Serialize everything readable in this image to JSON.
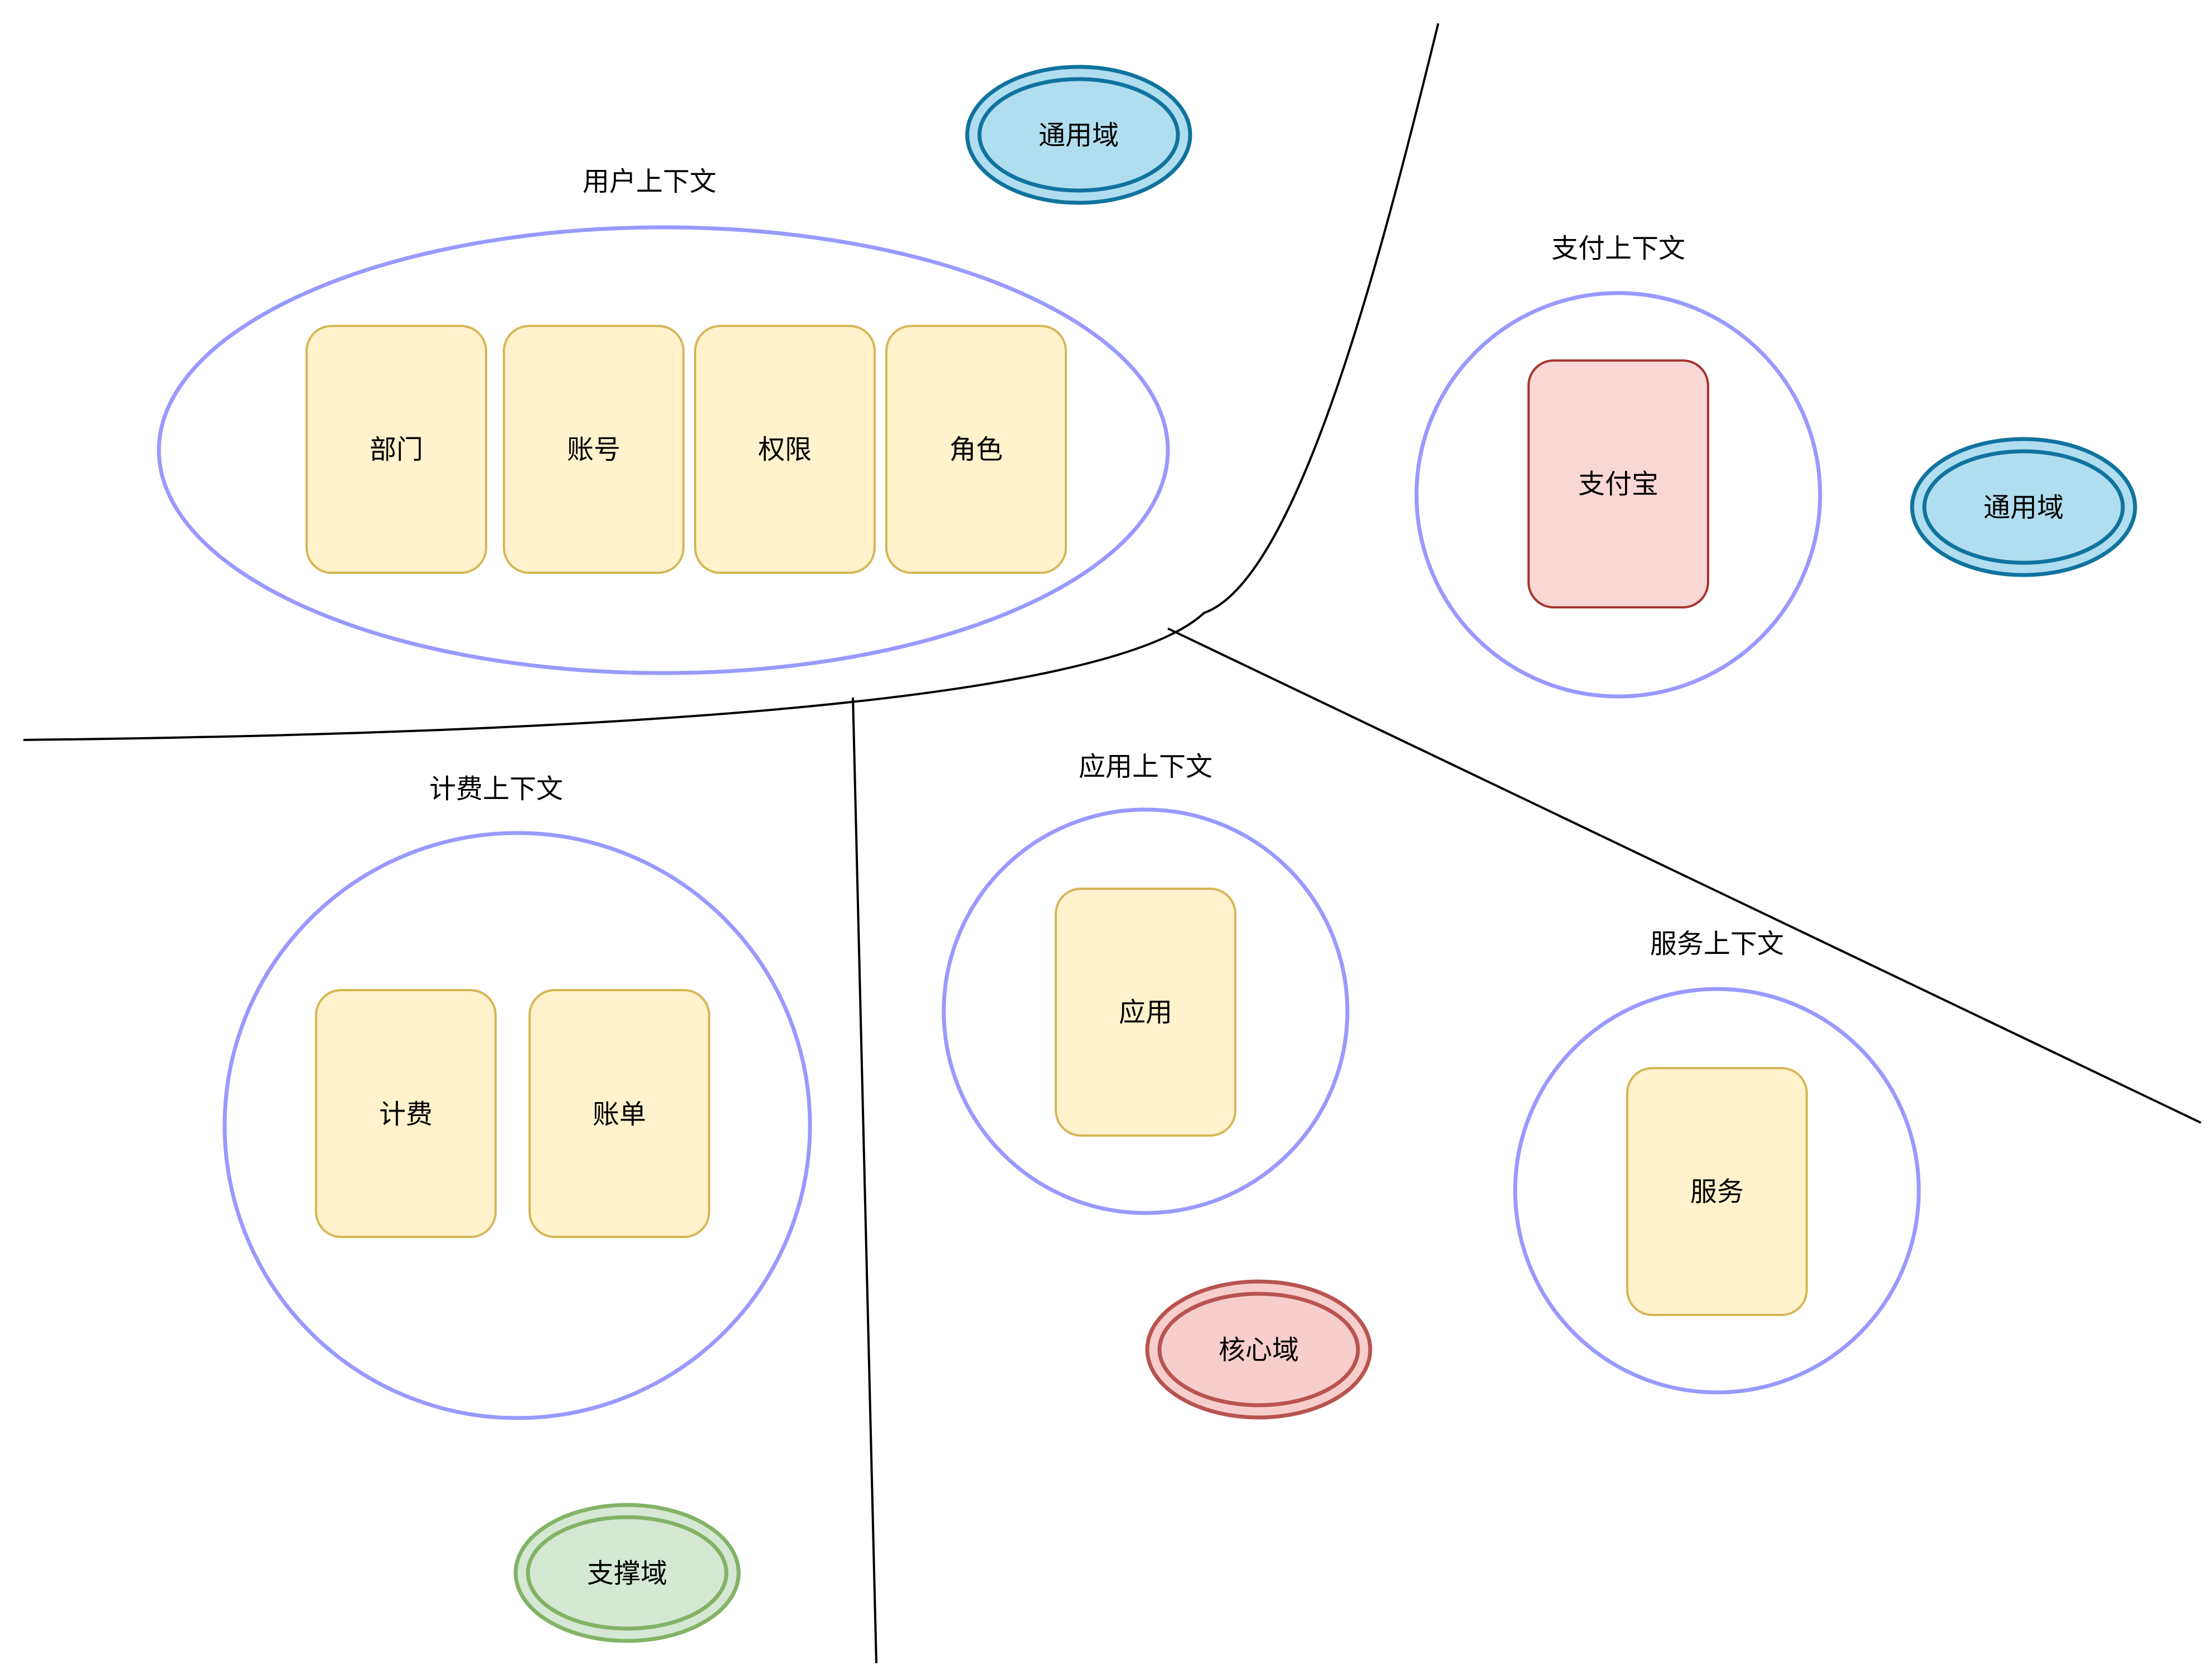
{
  "colors": {
    "context_stroke": "#9999ff",
    "card_yellow_fill": "#fff2cc",
    "card_yellow_stroke": "#d6b656",
    "card_red_fill": "#f9d7d4",
    "card_red_stroke": "#a6332d",
    "generic_fill": "#b1ddf0",
    "generic_stroke": "#10739e",
    "core_fill": "#f8cecc",
    "core_stroke": "#b85450",
    "support_fill": "#d5e8d4",
    "support_stroke": "#82b366",
    "divider": "#000000"
  },
  "contexts": {
    "user": {
      "label": "用户上下文",
      "cards": [
        "部门",
        "账号",
        "权限",
        "角色"
      ]
    },
    "payment": {
      "label": "支付上下文",
      "cards": [
        "支付宝"
      ]
    },
    "billing": {
      "label": "计费上下文",
      "cards": [
        "计费",
        "账单"
      ]
    },
    "app": {
      "label": "应用上下文",
      "cards": [
        "应用"
      ]
    },
    "service": {
      "label": "服务上下文",
      "cards": [
        "服务"
      ]
    }
  },
  "domains": {
    "generic_top": "通用域",
    "generic_right": "通用域",
    "core": "核心域",
    "support": "支撑域"
  }
}
